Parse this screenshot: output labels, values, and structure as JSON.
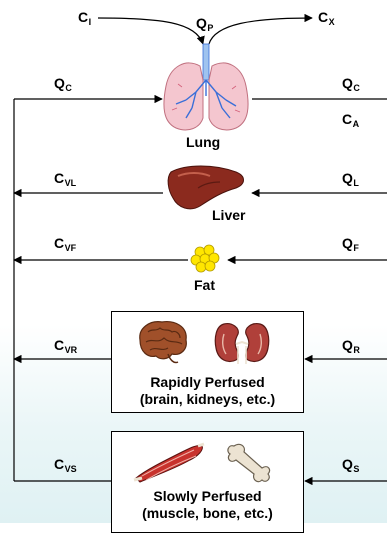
{
  "flows": {
    "c_inhaled": {
      "main": "C",
      "sub": "I"
    },
    "q_pulmonary": {
      "main": "Q",
      "sub": "P"
    },
    "c_exhaled": {
      "main": "C",
      "sub": "X"
    },
    "q_cardiac_left": {
      "main": "Q",
      "sub": "C"
    },
    "q_cardiac_right": {
      "main": "Q",
      "sub": "C"
    },
    "c_arterial": {
      "main": "C",
      "sub": "A"
    },
    "c_venous_liver": {
      "main": "C",
      "sub": "VL"
    },
    "q_liver": {
      "main": "Q",
      "sub": "L"
    },
    "c_venous_fat": {
      "main": "C",
      "sub": "VF"
    },
    "q_fat": {
      "main": "Q",
      "sub": "F"
    },
    "c_venous_rapid": {
      "main": "C",
      "sub": "VR"
    },
    "q_rapid": {
      "main": "Q",
      "sub": "R"
    },
    "c_venous_slow": {
      "main": "C",
      "sub": "VS"
    },
    "q_slow": {
      "main": "Q",
      "sub": "S"
    }
  },
  "compartments": {
    "lung": {
      "label": "Lung",
      "icon": "lung-icon"
    },
    "liver": {
      "label": "Liver",
      "icon": "liver-icon"
    },
    "fat": {
      "label": "Fat",
      "icon": "fat-icon"
    },
    "rapid": {
      "line1": "Rapidly Perfused",
      "line2": "(brain, kidneys, etc.)",
      "icons": [
        "brain-icon",
        "kidneys-icon"
      ]
    },
    "slow": {
      "line1": "Slowly Perfused",
      "line2": "(muscle, bone, etc.)",
      "icons": [
        "muscle-icon",
        "bone-icon"
      ]
    }
  },
  "colors": {
    "line": "#000000",
    "lung_pink": "#f4c6cf",
    "lung_vessels": "#3a6fd8",
    "liver": "#8b2a1e",
    "fat": "#ffe600",
    "brain": "#a0502a",
    "kidney": "#b0403a",
    "muscle": "#c8322d",
    "bone": "#ece3d2"
  }
}
